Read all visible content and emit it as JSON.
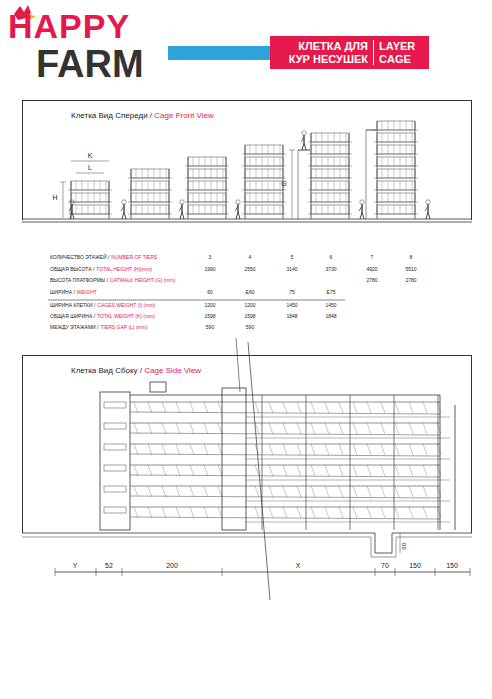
{
  "diagram": {
    "nodes": [
      {
        "text": [
          "КЛЕТКА ДЛЯ КУР НЕСУШЕК",
          "LAYER CAGE"
        ]
      },
      {
        "text": [
          "Клетка Вид Спереди /",
          "Cage Front View"
        ]
      },
      {
        "text": [
          "Клетка Вид Сбоку /",
          "Cage Side View"
        ]
      }
    ],
    "edges": [],
    "labels": [
      "HAPPY",
      "FARM",
      "K",
      "L",
      "H",
      "G",
      "КОЛИЧЕСТВО ЭТАЖЕЙ /",
      "NUMBER OF TIERS",
      "3",
      "4",
      "5",
      "6",
      "7",
      "8",
      "ОБЩАЯ ВЫСОТА /",
      "TOTAL HEIGHT (H)(mm)",
      "1990",
      "2550",
      "3140",
      "3730",
      "4920",
      "5510",
      "ВЫСОТА ПЛАТФОРМЫ /",
      "CATWALK HEIGHT (G) (mm)",
      "2780",
      "2780",
      "ШИРИНА /",
      "WEIGHT",
      "60",
      "E60",
      "75",
      "E75",
      "ШИРИНА КЛЕТКИ /",
      "CAGES WEIGHT (I)  (mm)",
      "1200",
      "1200",
      "1450",
      "1450",
      "ОБЩАЯ ШИРИНА /",
      "TOTAL WEIGHT (K) (mm)",
      "1598",
      "1598",
      "1848",
      "1848",
      "МЕЖДУ ЭТАЖАМИ /",
      "TIERS GAP (L) (mm)",
      "590",
      "590",
      "Y",
      "52",
      "200",
      "X",
      "70",
      "150",
      "150",
      "60"
    ]
  }
}
